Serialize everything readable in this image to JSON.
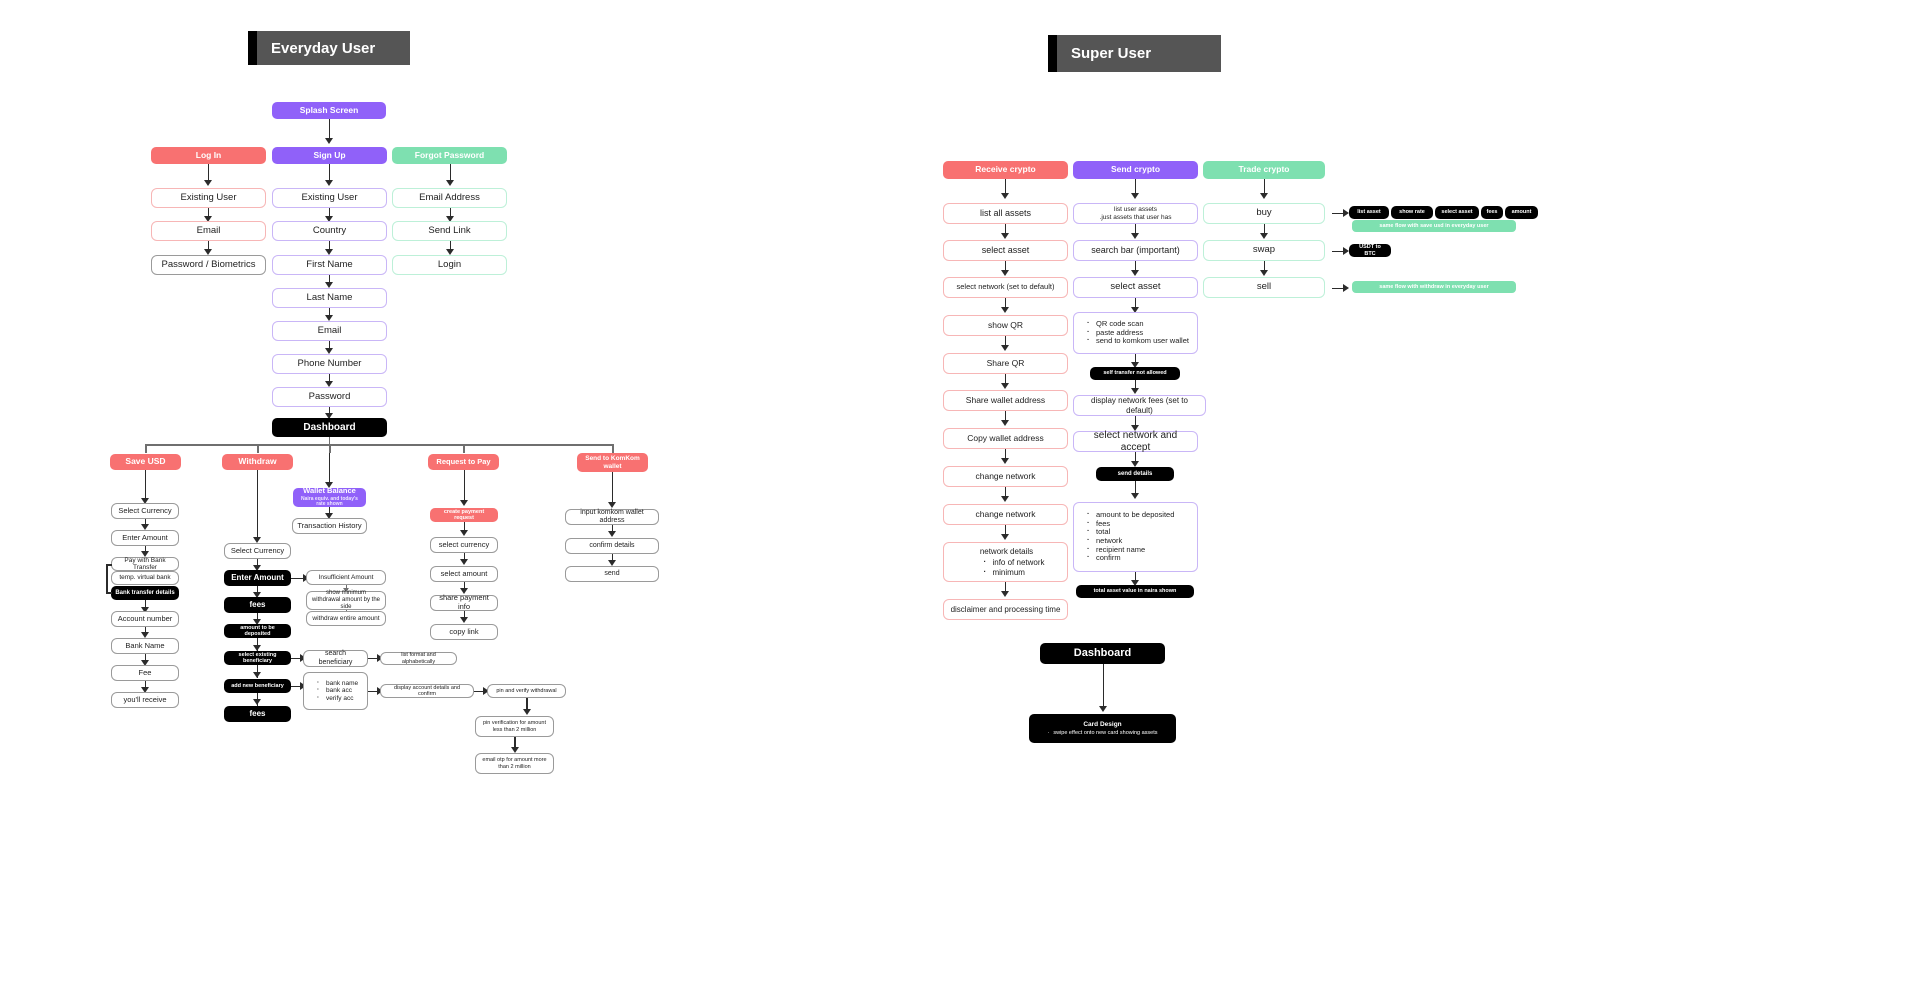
{
  "sections": {
    "everyday": {
      "title": "Everyday User"
    },
    "super": {
      "title": "Super User"
    }
  },
  "everyday": {
    "splash": "Splash Screen",
    "auth_columns": [
      {
        "header": "Log In",
        "steps": [
          "Existing User",
          "Email",
          "Password / Biometrics"
        ]
      },
      {
        "header": "Sign Up",
        "steps": [
          "Existing User",
          "Country",
          "First Name",
          "Last Name",
          "Email",
          "Phone Number",
          "Password"
        ]
      },
      {
        "header": "Forgot Password",
        "steps": [
          "Email Address",
          "Send Link",
          "Login"
        ]
      }
    ],
    "dashboard": "Dashboard",
    "branches": {
      "save_usd": {
        "header": "Save USD",
        "steps": [
          "Select Currency",
          "Enter Amount"
        ],
        "options": [
          "Pay with Bank Transfer",
          "temp. virtual bank"
        ],
        "detail_chip": "Bank transfer details",
        "after": [
          "Account number",
          "Bank Name",
          "Fee",
          "you'll receive"
        ]
      },
      "withdraw": {
        "header": "Withdraw",
        "wallet_balance": {
          "title": "Wallet Balance",
          "subtitle": "Naira equiv. and today's rate shown"
        },
        "transaction_history": "Transaction History",
        "select_currency": "Select Currency",
        "enter_amount": "Enter Amount",
        "insufficient": [
          "Insufficient Amount",
          "show minimum withdrawal amount by the side",
          "withdraw entire amount"
        ],
        "fees_1": "fees",
        "amount_deposited": "amount to be deposited",
        "select_existing_beneficiary": "select existing beneficiary",
        "search_beneficiary": "search beneficiary",
        "list_format": "list format and alphabetically",
        "add_new_beneficiary": "add new beneficiary",
        "new_beneficiary_fields": [
          "bank name",
          "bank acc",
          "verify acc"
        ],
        "display_confirm": "display account details and confirm",
        "pin_verify": "pin and verify withdrawal",
        "pin_under": "pin verification for amount less than 2 million",
        "otp_over": "email otp for amount more than 2 million",
        "fees_2": "fees"
      },
      "request_to_pay": {
        "header": "Request to Pay",
        "chip": "create payment request",
        "steps": [
          "select currency",
          "select amount",
          "share payment info",
          "copy link"
        ]
      },
      "send_komkom": {
        "header": "Send to KomKom wallet",
        "header_line1": "Send to KomKom",
        "header_line2": "wallet",
        "steps": [
          "input komkom wallet address",
          "confirm details",
          "send"
        ]
      }
    }
  },
  "super": {
    "columns": [
      {
        "header": "Receive crypto",
        "steps": [
          "list all assets",
          "select asset",
          "select network (set to default)",
          "show QR",
          "Share QR",
          "Share wallet address",
          "Copy wallet address",
          "change network",
          "change network"
        ],
        "network_details": {
          "title": "network details",
          "bullets": [
            "info of network",
            "minimum"
          ]
        },
        "disclaimer": "disclaimer and processing time"
      },
      {
        "header": "Send crypto",
        "list_user_assets_line1": "list user assets",
        "list_user_assets_line2": ".just assets that user has",
        "search_bar": "search bar (important)",
        "select_asset": "select asset",
        "send_options": [
          "QR code scan",
          "paste address",
          "send to komkom user wallet"
        ],
        "self_transfer": "self transfer not allowed",
        "display_fees": "display network fees (set to default)",
        "select_network_accept": "select network and accept",
        "send_details": "send details",
        "summary": [
          "amount to be deposited",
          "fees",
          "total",
          "network",
          "recipient name",
          "confirm"
        ],
        "total_asset": "total asset value in naira shown"
      },
      {
        "header": "Trade crypto",
        "steps": [
          "buy",
          "swap",
          "sell"
        ],
        "buy_chips": [
          "list asset",
          "show rate",
          "select asset",
          "fees",
          "amount"
        ],
        "buy_note": "same flow with save usd in everyday user",
        "swap_chip": "USDT to BTC",
        "sell_note": "same flow with withdraw in everyday user"
      }
    ],
    "dashboard": "Dashboard",
    "card_design": {
      "title": "Card Design",
      "bullet": "swipe effect onto new card showing assets"
    }
  }
}
